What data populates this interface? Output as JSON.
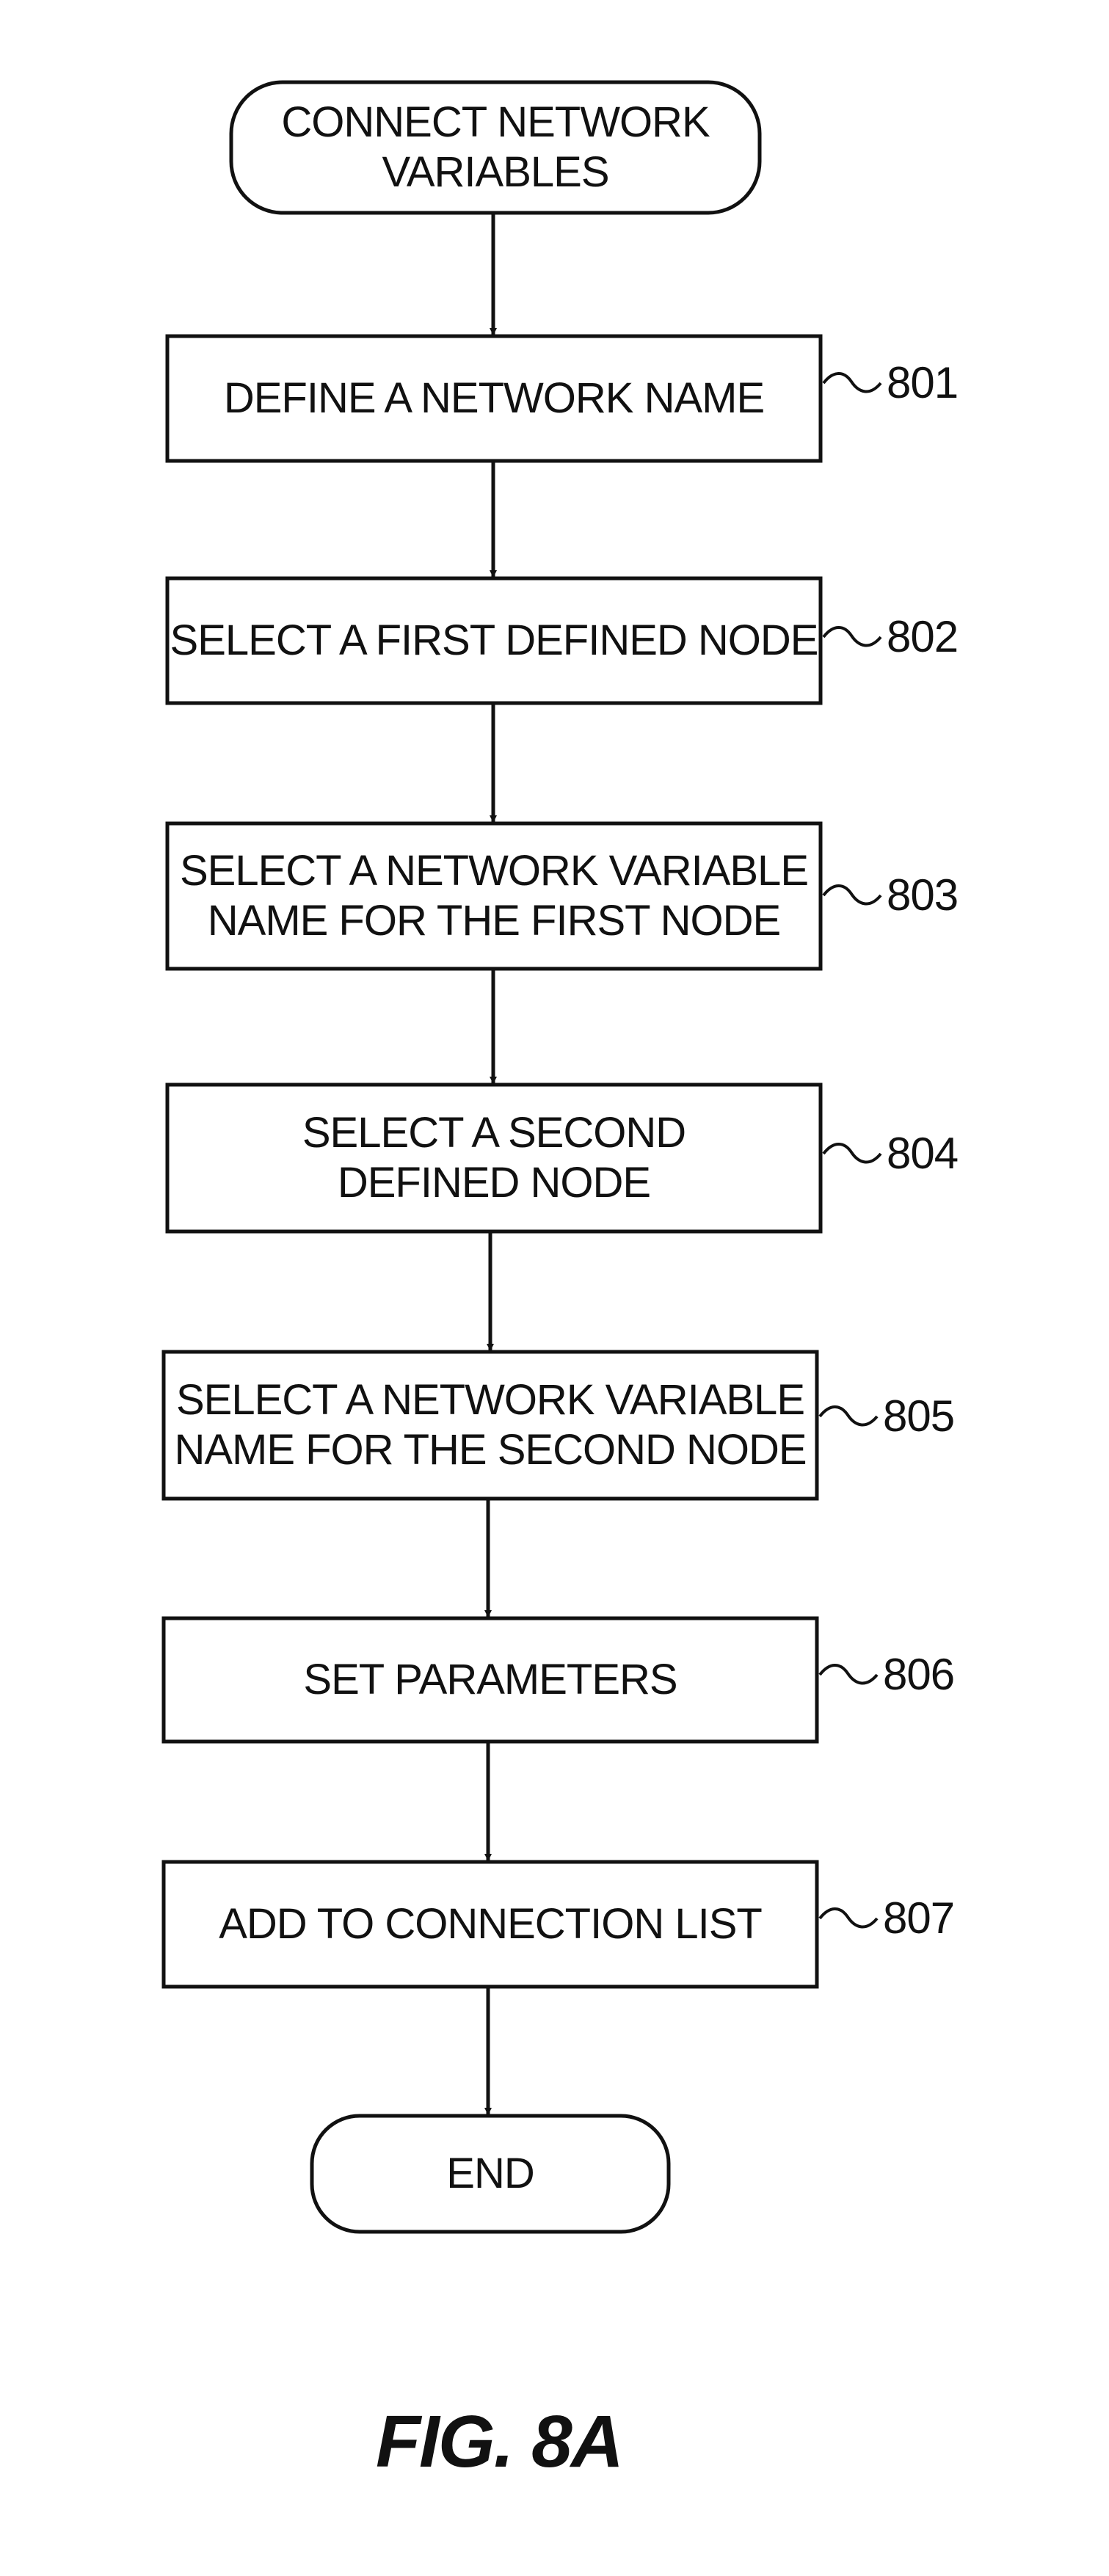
{
  "diagram": {
    "start": {
      "lines": [
        "CONNECT NETWORK",
        "VARIABLES"
      ]
    },
    "steps": [
      {
        "ref": "801",
        "lines": [
          "DEFINE A NETWORK NAME"
        ]
      },
      {
        "ref": "802",
        "lines": [
          "SELECT A FIRST DEFINED NODE"
        ]
      },
      {
        "ref": "803",
        "lines": [
          "SELECT A NETWORK VARIABLE",
          "NAME FOR THE FIRST NODE"
        ]
      },
      {
        "ref": "804",
        "lines": [
          "SELECT A SECOND",
          "DEFINED NODE"
        ]
      },
      {
        "ref": "805",
        "lines": [
          "SELECT A NETWORK VARIABLE",
          "NAME FOR THE SECOND NODE"
        ]
      },
      {
        "ref": "806",
        "lines": [
          "SET PARAMETERS"
        ]
      },
      {
        "ref": "807",
        "lines": [
          "ADD TO CONNECTION LIST"
        ]
      }
    ],
    "end": {
      "lines": [
        "END"
      ]
    }
  },
  "caption": "FIG. 8A"
}
